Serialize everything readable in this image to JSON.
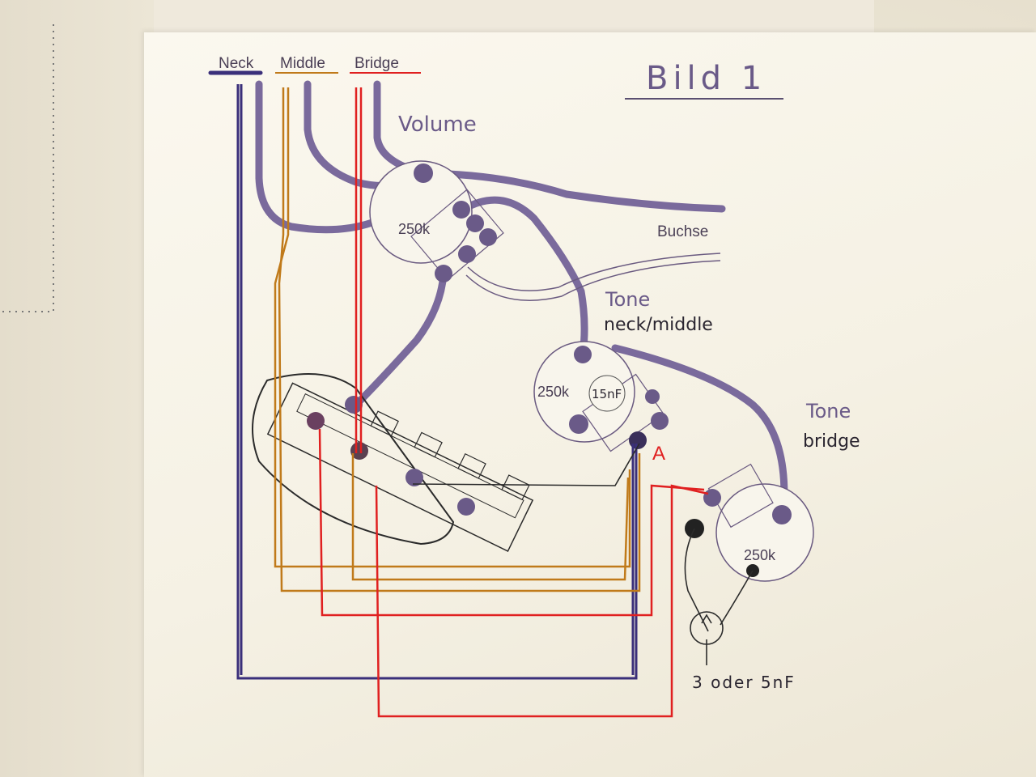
{
  "legend": {
    "neck": "Neck",
    "middle": "Middle",
    "bridge": "Bridge"
  },
  "title": "Bild 1",
  "labels": {
    "volume": "Volume",
    "buchse": "Buchse",
    "tone_neck_middle_line1": "Tone",
    "tone_neck_middle_line2": "neck/middle",
    "tone_bridge_line1": "Tone",
    "tone_bridge_line2": "bridge",
    "point_a": "A",
    "capacitor_note": "3 oder 5nF"
  },
  "components": {
    "volume_pot_value": "250k",
    "tone_neck_middle_pot_value": "250k",
    "tone_neck_middle_cap": "15nF",
    "tone_bridge_pot_value": "250k"
  },
  "colors": {
    "neck_wire": "#3a2f7a",
    "middle_wire": "#c07a1a",
    "bridge_wire": "#e02020",
    "purple_trace": "#7a6a9c",
    "pencil": "#2b2b2b"
  }
}
